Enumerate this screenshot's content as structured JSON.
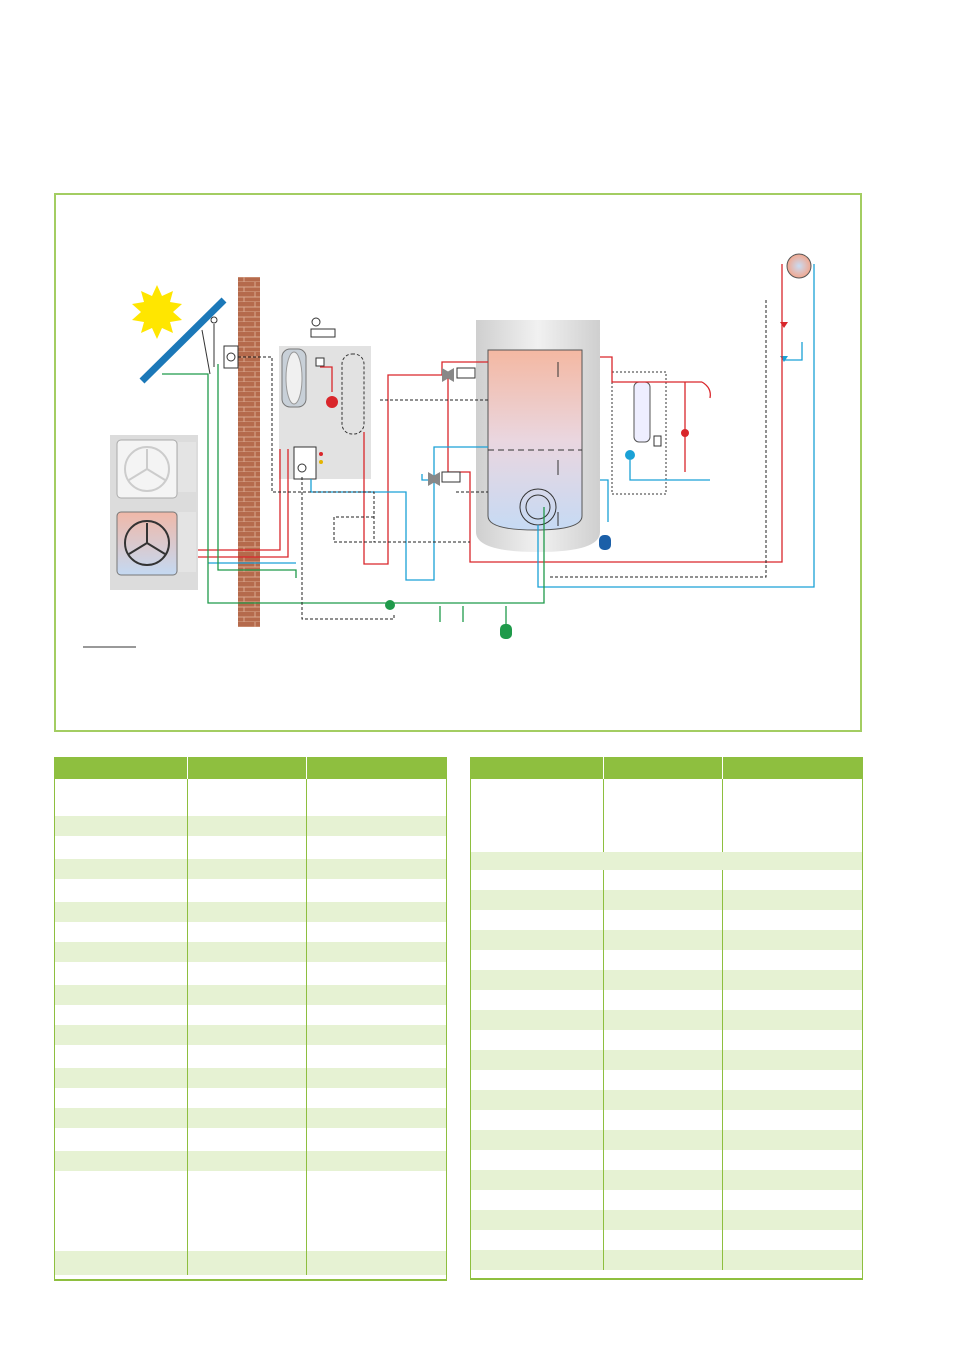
{
  "colors": {
    "frame_border": "#a3cd62",
    "table_header": "#8ebf3f",
    "table_row_alt": "#e6f2d3",
    "hot_pipe": "#d9262b",
    "cold_pipe": "#1aa1d6",
    "solar_pipe": "#1f9a4a",
    "control_line": "#222222",
    "brick": "#b56a4c",
    "sun": "#ffe600",
    "tank_top": "#f4bba7",
    "tank_bottom": "#c9dcf3"
  },
  "diagram": {
    "components": [
      "sun-icon",
      "solar-collector",
      "brick-wall",
      "heat-pump-outdoor-unit",
      "indoor-module",
      "buffer-tank",
      "fresh-water-station",
      "heating-circuit"
    ]
  },
  "tables": {
    "left": {
      "row_heights": [
        22,
        37,
        20,
        23,
        20,
        23,
        20,
        20,
        20,
        23,
        20,
        20,
        20,
        23,
        20,
        20,
        20,
        23,
        20,
        80,
        24
      ]
    },
    "right": {
      "row_heights": [
        22,
        73,
        18,
        20,
        20,
        20,
        20,
        20,
        20,
        20,
        20,
        20,
        20,
        20,
        20,
        20,
        20,
        20,
        20,
        20,
        20,
        20,
        20
      ]
    }
  }
}
